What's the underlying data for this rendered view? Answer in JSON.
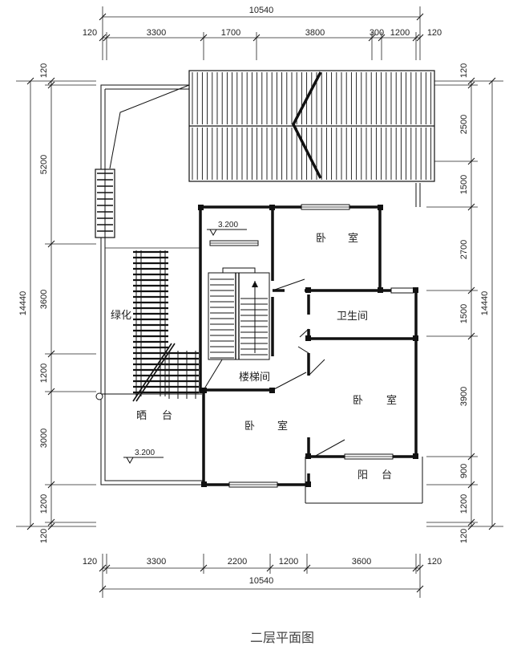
{
  "caption": "二层平面图",
  "dimensions": {
    "top_total": "10540",
    "top_segments": [
      "120",
      "3300",
      "1700",
      "3800",
      "300",
      "1200",
      "120"
    ],
    "bottom_total": "10540",
    "bottom_segments": [
      "120",
      "3300",
      "2200",
      "1200",
      "3600",
      "120"
    ],
    "left_total": "14440",
    "left_segments": [
      "120",
      "5200",
      "3600",
      "1200",
      "3000",
      "1200",
      "120"
    ],
    "right_total": "14440",
    "right_segments": [
      "120",
      "2500",
      "1500",
      "2700",
      "1500",
      "3900",
      "900",
      "1200",
      "120"
    ]
  },
  "rooms": {
    "bedroom_top": [
      "卧",
      "室"
    ],
    "bathroom": "卫生间",
    "bedroom_right": [
      "卧",
      "室"
    ],
    "stairwell": "楼梯间",
    "bedroom_bottom": [
      "卧",
      "室"
    ],
    "terrace": [
      "晒",
      "台"
    ],
    "greenery": "绿化",
    "balcony": [
      "阳",
      "台"
    ]
  },
  "levels": {
    "stair_level": "3.200",
    "terrace_level": "3.200"
  }
}
